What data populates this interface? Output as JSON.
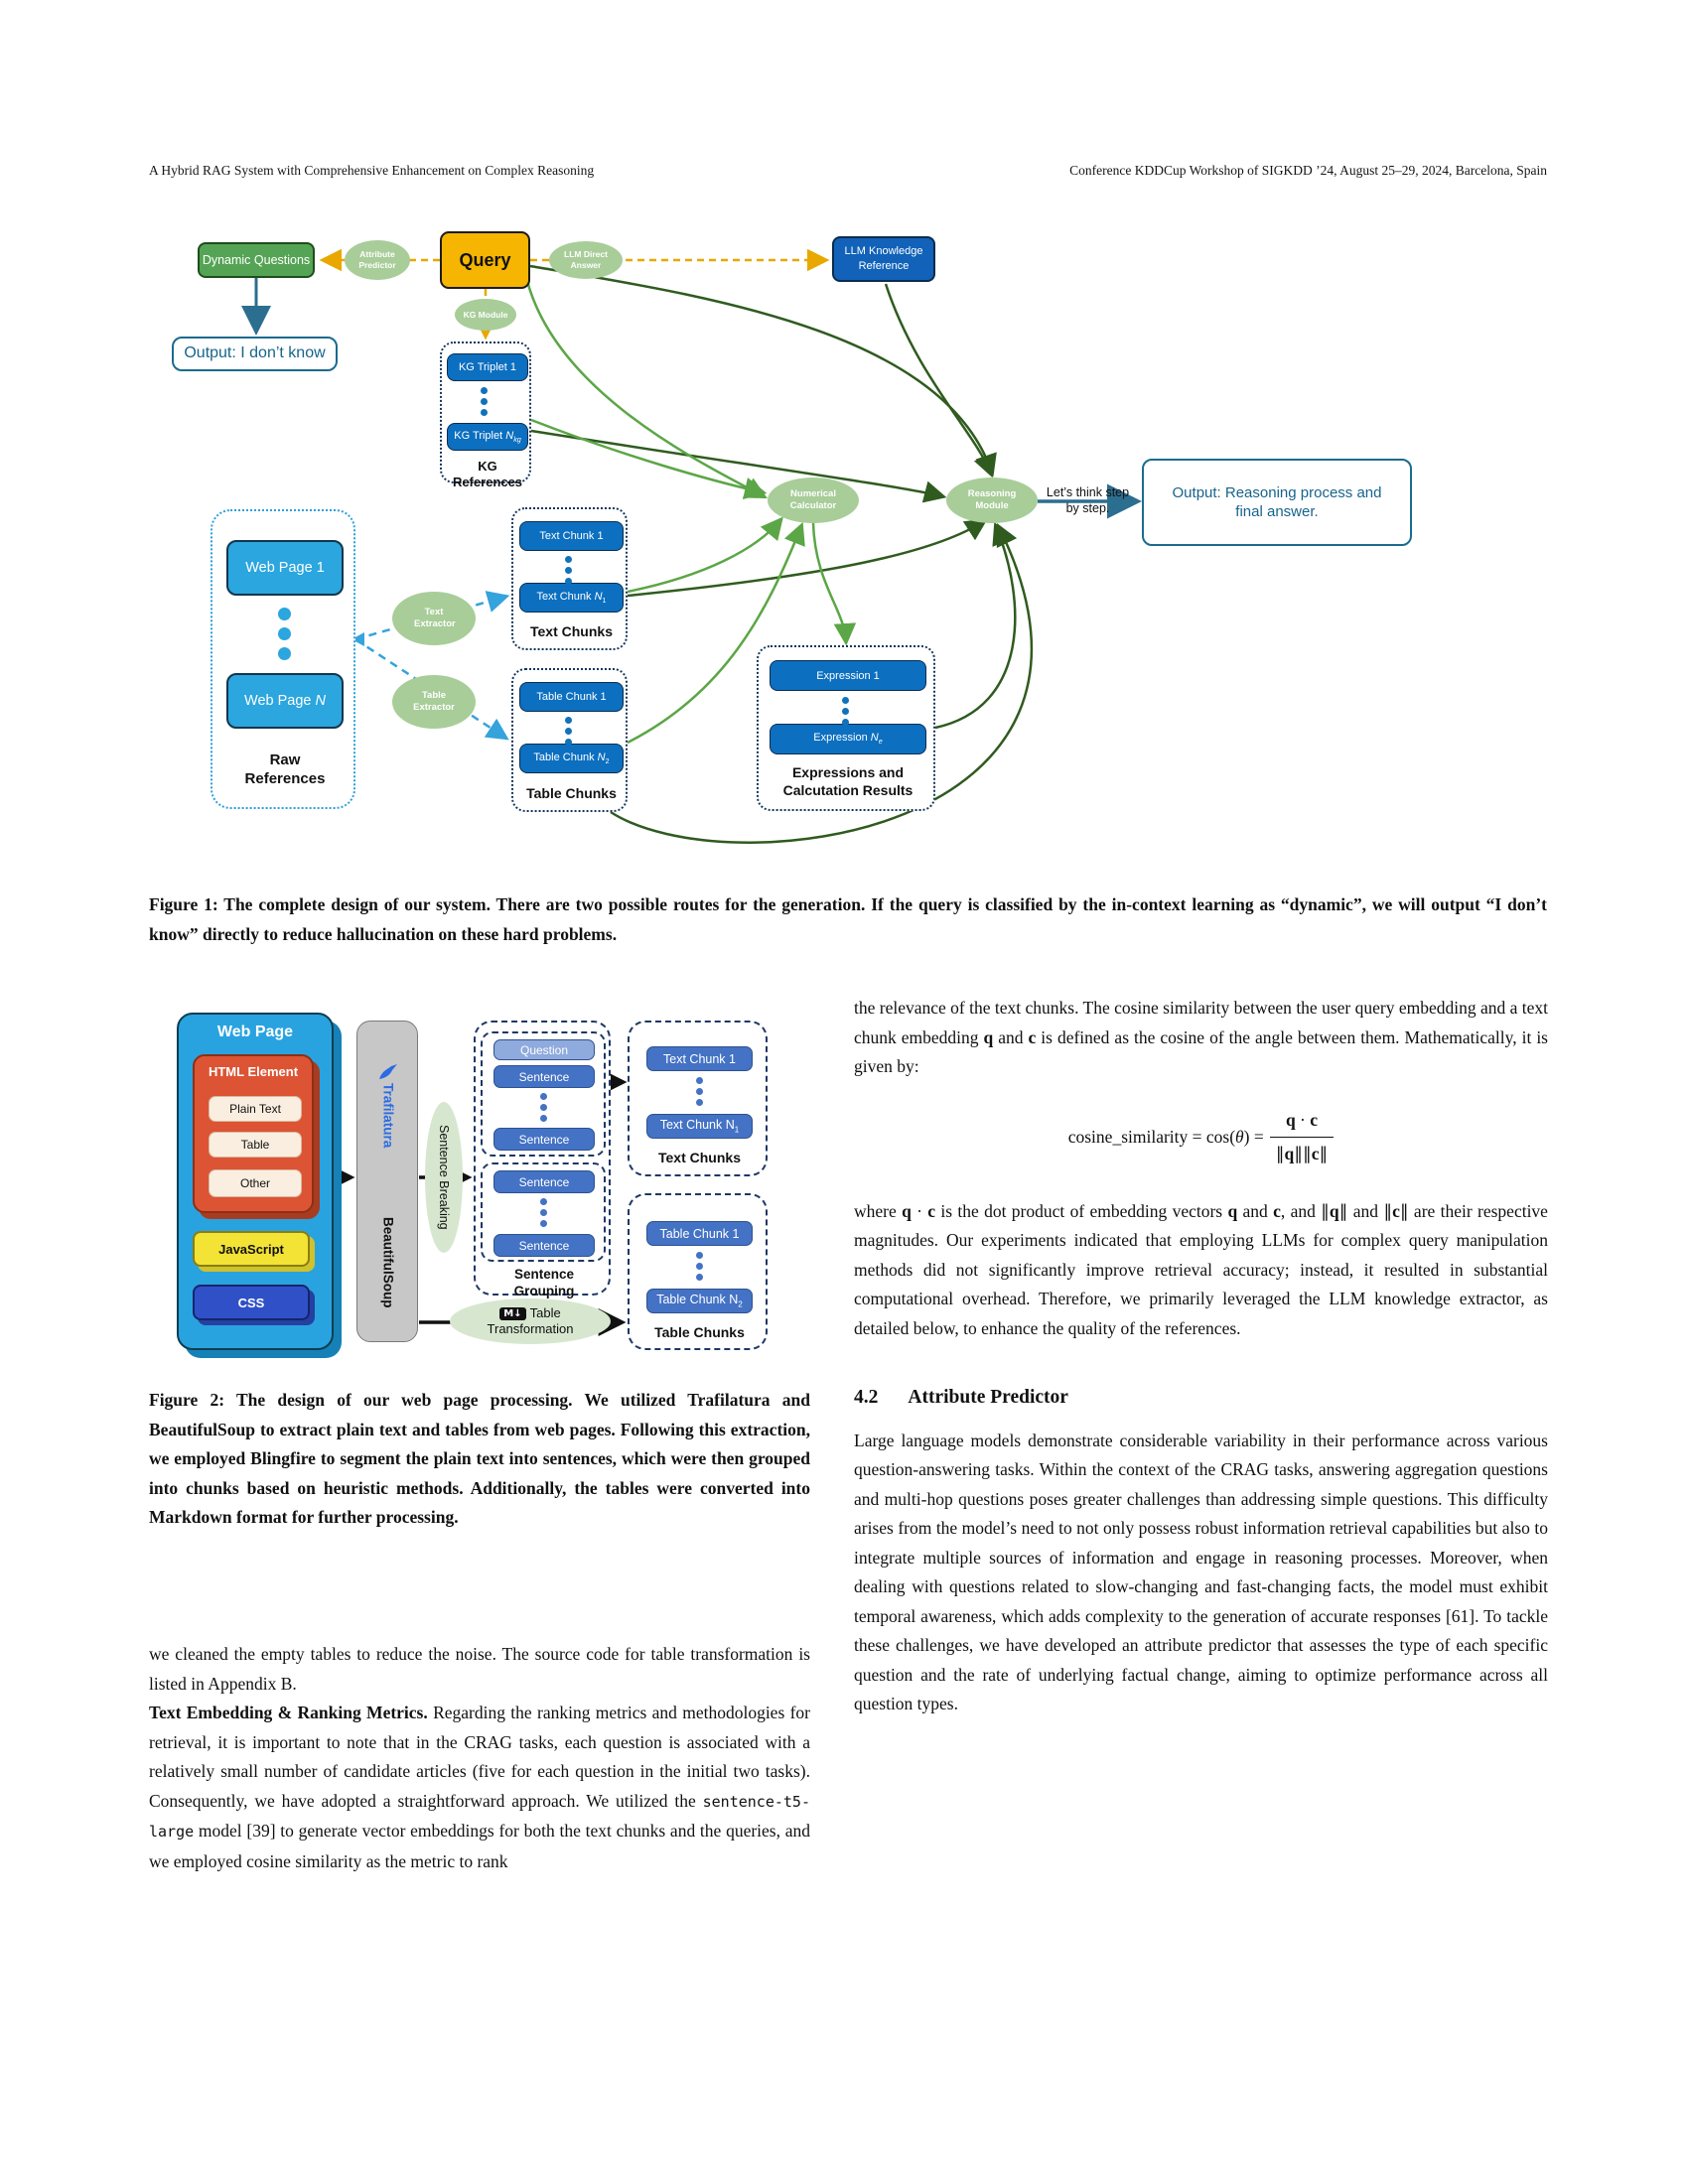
{
  "header": {
    "left": "A Hybrid RAG System with Comprehensive Enhancement on Complex Reasoning",
    "right": "Conference KDDCup Workshop of SIGKDD ’24, August 25–29, 2024, Barcelona, Spain"
  },
  "palette": {
    "query_fill": "#F5B501",
    "node_blue": "#0C6FC0",
    "node_green": "#55A455",
    "light_blue": "#2BA6DE",
    "ellipse_green": "#A8CD99",
    "output_border": "#1C6B8F",
    "arrow_dark_green": "#2F5B1F",
    "arrow_light_green": "#5BA646",
    "arrow_gold": "#E8A800",
    "arrow_sky": "#35A3DC",
    "fig2_blue": "#4472C4"
  },
  "figure1": {
    "nodes": {
      "dynamic_questions": "Dynamic Questions",
      "attribute_predictor": "Attribute Predictor",
      "query": "Query",
      "llm_direct_answer": "LLM Direct Answer",
      "llm_knowledge_reference": "LLM Knowledge Reference",
      "kg_module": "KG Module",
      "output_idk": "Output: I don’t know",
      "kg_triplet_1": "KG Triplet 1",
      "kg_triplet_n": [
        {
          "t": "KG Triplet "
        },
        {
          "t": "N",
          "i": true
        },
        {
          "t": "kg",
          "i": true,
          "sub": true
        }
      ],
      "kg_references": "KG References",
      "web_page_1": "Web Page 1",
      "web_page_n": [
        {
          "t": "Web Page "
        },
        {
          "t": "N",
          "i": true
        }
      ],
      "raw_references": "Raw References",
      "text_extractor": "Text Extractor",
      "table_extractor": "Table Extractor",
      "text_chunk_1": "Text Chunk 1",
      "text_chunk_n": [
        {
          "t": "Text Chunk "
        },
        {
          "t": "N",
          "i": true
        },
        {
          "t": "1",
          "sub": true
        }
      ],
      "text_chunks": "Text Chunks",
      "table_chunk_1": "Table Chunk 1",
      "table_chunk_n": [
        {
          "t": "Table Chunk "
        },
        {
          "t": "N",
          "i": true
        },
        {
          "t": "2",
          "sub": true
        }
      ],
      "table_chunks": "Table Chunks",
      "numerical_calculator": "Numerical Calculator",
      "reasoning_module": "Reasoning Module",
      "lets_think": "Let’s think step by step.",
      "output_reasoning": "Output: Reasoning process and final answer.",
      "expression_1": "Expression 1",
      "expression_n": [
        {
          "t": "Expression "
        },
        {
          "t": "N",
          "i": true
        },
        {
          "t": "e",
          "i": true,
          "sub": true
        }
      ],
      "expressions_label": "Expressions and Calcutation Results"
    },
    "caption": "Figure 1: The complete design of our system. There are two possible routes for the generation. If the query is classified by the in-context learning as “dynamic”, we will output “I don’t know” directly to reduce hallucination on these hard problems."
  },
  "figure2": {
    "nodes": {
      "web_page": "Web Page",
      "html_element": "HTML Element",
      "plain_text": "Plain Text",
      "table": "Table",
      "other": "Other",
      "javascript": "JavaScript",
      "css": "CSS",
      "trafilatura": "Trafilatura",
      "beautifulsoup": "BeautifulSoup",
      "sentence_breaking": "Sentence Breaking",
      "question": "Question",
      "sentence": "Sentence",
      "sentence_grouping": "Sentence Grouping",
      "markdown_icon": "M↓",
      "table_transformation_line1": "Table",
      "table_transformation_line2": "Transformation",
      "text_chunk_1": "Text Chunk 1",
      "text_chunk_n": [
        {
          "t": "Text Chunk N"
        },
        {
          "t": "1",
          "sub": true
        }
      ],
      "text_chunks": "Text Chunks",
      "table_chunk_1": "Table Chunk 1",
      "table_chunk_n": [
        {
          "t": "Table Chunk N"
        },
        {
          "t": "2",
          "sub": true
        }
      ],
      "table_chunks": "Table Chunks"
    },
    "caption": "Figure 2: The design of our web page processing. We utilized Trafilatura and BeautifulSoup to extract plain text and tables from web pages. Following this extraction, we employed Blingfire to segment the plain text into sentences, which were then grouped into chunks based on heuristic methods. Additionally, the tables were converted into Markdown format for further processing."
  },
  "left_column": {
    "para1": "we cleaned the empty tables to reduce the noise. The source code for table transformation is listed in Appendix B.",
    "para2": [
      {
        "t": "Text Embedding & Ranking Metrics.",
        "b": true
      },
      {
        "t": " Regarding the ranking metrics and methodologies for retrieval, it is important to note that in the CRAG tasks, each question is associated with a relatively small number of candidate articles (five for each question in the initial two tasks). Consequently, we have adopted a straightforward approach. We utilized the "
      },
      {
        "t": "sentence-t5-large",
        "c": true
      },
      {
        "t": " model [39] to generate vector embeddings for both the text chunks and the queries, and we employed cosine similarity as the metric to rank"
      }
    ]
  },
  "right_column": {
    "para1": [
      {
        "t": "the relevance of the text chunks. The cosine similarity between the user query embedding and a text chunk embedding "
      },
      {
        "t": "q",
        "b": true
      },
      {
        "t": " and "
      },
      {
        "t": "c",
        "b": true
      },
      {
        "t": " is defined as the cosine of the angle between them. Mathematically, it is given by:"
      }
    ],
    "formula": {
      "lhs": [
        {
          "t": "cosine_similarity = cos("
        },
        {
          "t": "θ",
          "i": true
        },
        {
          "t": ") ="
        }
      ],
      "numerator": [
        {
          "t": "q",
          "b": true
        },
        {
          "t": " · "
        },
        {
          "t": "c",
          "b": true
        }
      ],
      "denominator": [
        {
          "t": "∥"
        },
        {
          "t": "q",
          "b": true
        },
        {
          "t": "∥∥"
        },
        {
          "t": "c",
          "b": true
        },
        {
          "t": "∥"
        }
      ]
    },
    "para2": [
      {
        "t": "where "
      },
      {
        "t": "q",
        "b": true
      },
      {
        "t": " · "
      },
      {
        "t": "c",
        "b": true
      },
      {
        "t": " is the dot product of embedding vectors "
      },
      {
        "t": "q",
        "b": true
      },
      {
        "t": " and "
      },
      {
        "t": "c",
        "b": true
      },
      {
        "t": ", and ∥"
      },
      {
        "t": "q",
        "b": true
      },
      {
        "t": "∥ and ∥"
      },
      {
        "t": "c",
        "b": true
      },
      {
        "t": "∥ are their respective magnitudes. Our experiments indicated that employing LLMs for complex query manipulation methods did not significantly improve retrieval accuracy; instead, it resulted in substantial computational overhead. Therefore, we primarily leveraged the LLM knowledge extractor, as detailed below, to enhance the quality of the references."
      }
    ],
    "section": {
      "number": "4.2",
      "title": "Attribute Predictor"
    },
    "para3": "Large language models demonstrate considerable variability in their performance across various question-answering tasks. Within the context of the CRAG tasks, answering aggregation questions and multi-hop questions poses greater challenges than addressing simple questions. This difficulty arises from the model’s need to not only possess robust information retrieval capabilities but also to integrate multiple sources of information and engage in reasoning processes. Moreover, when dealing with questions related to slow-changing and fast-changing facts, the model must exhibit temporal awareness, which adds complexity to the generation of accurate responses [61]. To tackle these challenges, we have developed an attribute predictor that assesses the type of each specific question and the rate of underlying factual change, aiming to optimize performance across all question types."
  }
}
